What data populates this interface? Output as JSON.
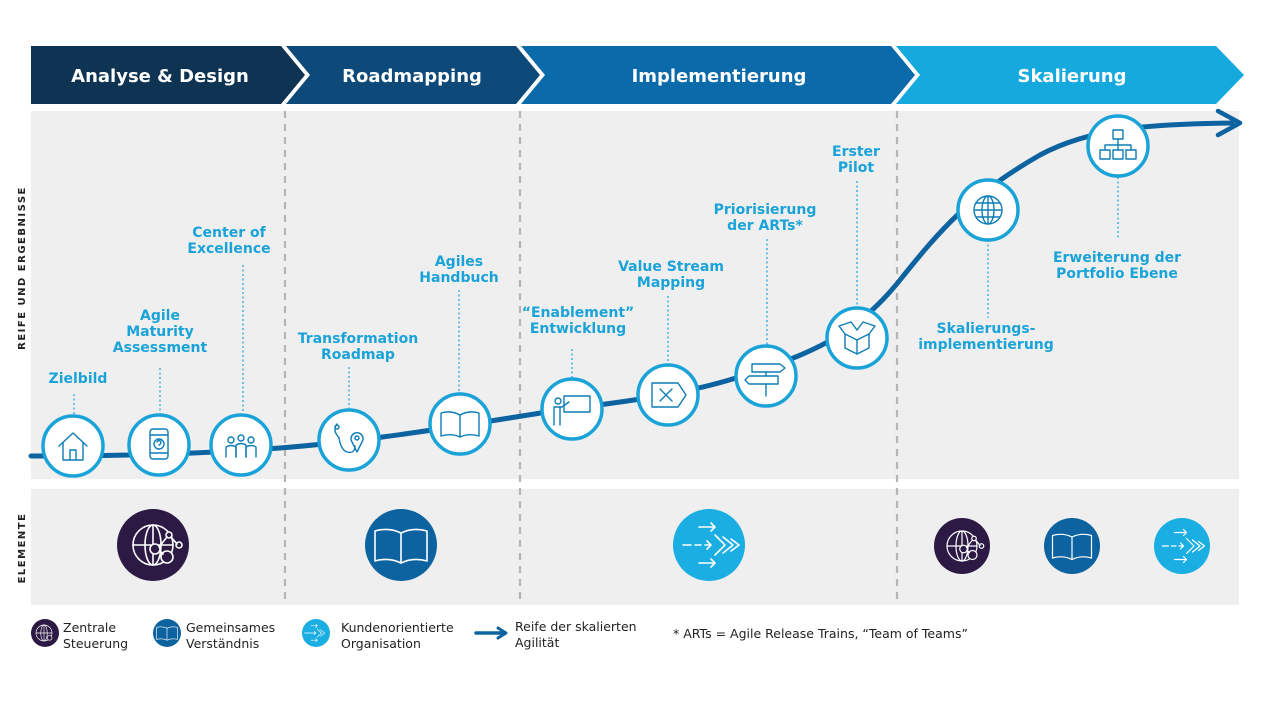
{
  "phases": [
    {
      "label": "Analyse & Design",
      "color": "#0f3352"
    },
    {
      "label": "Roadmapping",
      "color": "#0d4a7a"
    },
    {
      "label": "Implementierung",
      "color": "#0b6aaa"
    },
    {
      "label": "Skalierung",
      "color": "#16a9de"
    }
  ],
  "side_labels": {
    "top": "REIFE UND ERGEBNISSE",
    "bottom": "ELEMENTE"
  },
  "milestones": [
    {
      "lines": [
        "Zielbild"
      ],
      "icon": "house-icon"
    },
    {
      "lines": [
        "Agile",
        "Maturity",
        "Assessment"
      ],
      "icon": "smartphone-question-icon"
    },
    {
      "lines": [
        "Center of",
        "Excellence"
      ],
      "icon": "people-group-icon"
    },
    {
      "lines": [
        "Transformation",
        "Roadmap"
      ],
      "icon": "route-pin-icon"
    },
    {
      "lines": [
        "Agiles",
        "Handbuch"
      ],
      "icon": "open-book-icon"
    },
    {
      "lines": [
        "“Enablement”",
        "Entwicklung"
      ],
      "icon": "presenter-board-icon"
    },
    {
      "lines": [
        "Value Stream",
        "Mapping"
      ],
      "icon": "value-stream-icon"
    },
    {
      "lines": [
        "Priorisierung",
        "der ARTs*"
      ],
      "icon": "signpost-icon"
    },
    {
      "lines": [
        "Erster",
        "Pilot"
      ],
      "icon": "open-box-icon"
    },
    {
      "lines": [
        "Skalierungs-",
        "implementierung"
      ],
      "icon": "globe-icon"
    },
    {
      "lines": [
        "Erweiterung der",
        "Portfolio Ebene"
      ],
      "icon": "hierarchy-icon"
    }
  ],
  "elements_row": [
    {
      "type": "zentrale-steuerung",
      "icon": "globe-network-icon"
    },
    {
      "type": "gemeinsames-verstaendnis",
      "icon": "open-book-icon"
    },
    {
      "type": "kundenorientierte-organisation",
      "icon": "flow-arrows-icon"
    },
    {
      "type": "zentrale-steuerung",
      "icon": "globe-network-icon"
    },
    {
      "type": "gemeinsames-verstaendnis",
      "icon": "open-book-icon"
    },
    {
      "type": "kundenorientierte-organisation",
      "icon": "flow-arrows-icon"
    }
  ],
  "legend": [
    {
      "lines": [
        "Zentrale",
        "Steuerung"
      ],
      "icon": "globe-network-icon",
      "color": "#2c1a45"
    },
    {
      "lines": [
        "Gemeinsames",
        "Verständnis"
      ],
      "icon": "open-book-icon",
      "color": "#0d63a0"
    },
    {
      "lines": [
        "Kundenorientierte",
        "Organisation"
      ],
      "icon": "flow-arrows-icon",
      "color": "#1aaee2"
    },
    {
      "lines": [
        "Reife der skalierten",
        "Agilität"
      ],
      "icon": "curve-arrow-icon",
      "color": "#0d63a0"
    }
  ],
  "footnote": "* ARTs = Agile Release Trains, “Team of Teams”",
  "colors": {
    "curve": "#0d63a0",
    "milestone_text": "#1aa3d8",
    "panel_bg": "#efefef",
    "zentrale": "#2c1a45",
    "gemeinsam": "#0d63a0",
    "kunden": "#1aaee2"
  }
}
